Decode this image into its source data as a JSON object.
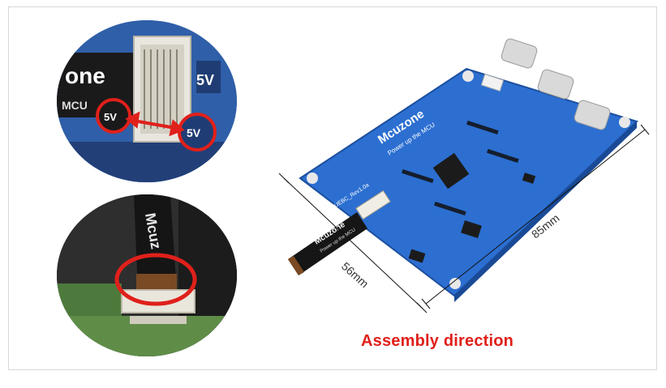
{
  "caption": "Assembly direction",
  "top_closeup": {
    "logo_text": "one",
    "mcu_text": "MCU",
    "label_left": "5V",
    "label_right": "5V"
  },
  "bottom_closeup": {
    "ribbon_text": "Mcuz"
  },
  "board": {
    "brand": "Mcuzone",
    "tagline": "Power up the MCU",
    "silk_left": "MPUEBC_Rev1.0a",
    "ribbon_brand": "Mcuzone",
    "ribbon_tagline": "Power up the MCU",
    "dim_width": "85mm",
    "dim_height": "56mm"
  },
  "colors": {
    "board_blue": "#2c6fd1",
    "highlight_red": "#e0201b",
    "caption_red": "#e0201b"
  }
}
